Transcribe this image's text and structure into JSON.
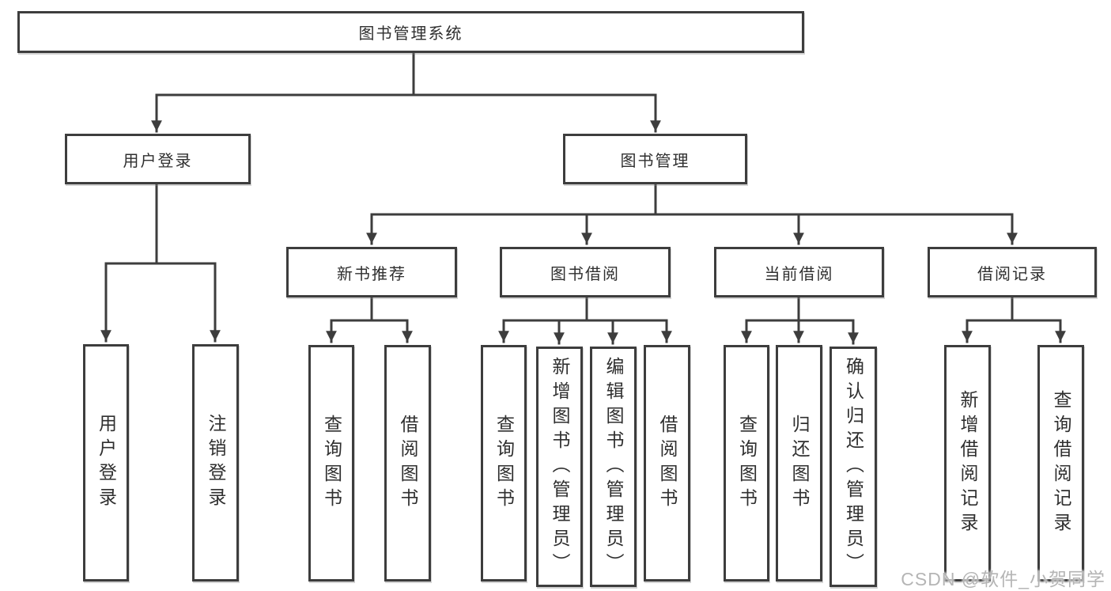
{
  "tree": {
    "root": "图书管理系统",
    "groups": [
      {
        "label": "用户登录",
        "children": [
          "用户登录",
          "注销登录"
        ]
      },
      {
        "label": "图书管理",
        "modules": [
          {
            "label": "新书推荐",
            "children": [
              "查询图书",
              "借阅图书"
            ]
          },
          {
            "label": "图书借阅",
            "children": [
              "查询图书",
              "新增图书（管理员）",
              "编辑图书（管理员）",
              "借阅图书"
            ]
          },
          {
            "label": "当前借阅",
            "children": [
              "查询图书",
              "归还图书",
              "确认归还（管理员）"
            ]
          },
          {
            "label": "借阅记录",
            "children": [
              "新增借阅记录",
              "查询借阅记录"
            ]
          }
        ]
      }
    ]
  },
  "watermark": "CSDN @软件_小贺同学",
  "colors": {
    "line": "#3d3d3d",
    "text": "#2f2f2f",
    "watermark": "#b5b5b5",
    "background": "#ffffff"
  }
}
